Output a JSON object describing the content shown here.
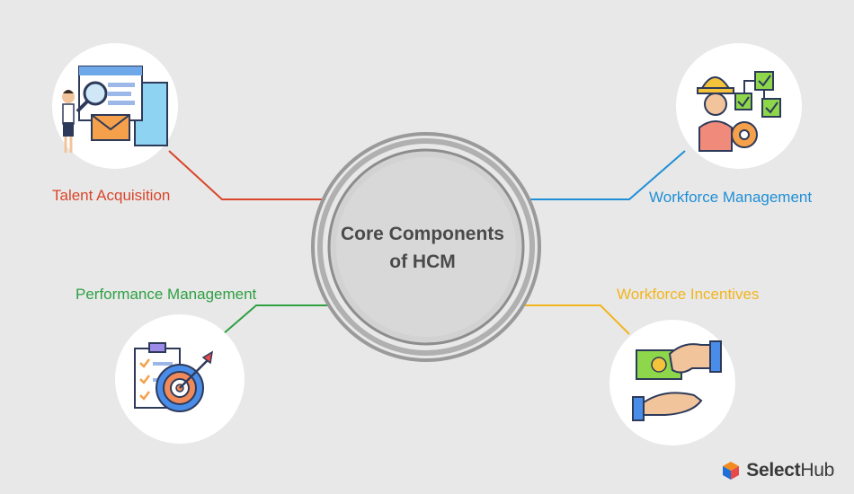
{
  "center": {
    "line1": "Core Components",
    "line2": "of HCM"
  },
  "components": [
    {
      "label": "Talent Acquisition",
      "color": "#d9462b"
    },
    {
      "label": "Workforce Management",
      "color": "#1f8fd6"
    },
    {
      "label": "Performance Management",
      "color": "#2ea043"
    },
    {
      "label": "Workforce Incentives",
      "color": "#f2b51e"
    }
  ],
  "icons": {
    "talent": "recruiter-browser-envelope-icon",
    "workforce": "worker-gear-checklist-icon",
    "performance": "checklist-target-arrow-icon",
    "incentives": "hands-money-exchange-icon"
  },
  "brand": {
    "name_bold": "Select",
    "name_regular": "Hub",
    "colors": [
      "#f28a1e",
      "#1f6fd6",
      "#e84a4a"
    ]
  }
}
